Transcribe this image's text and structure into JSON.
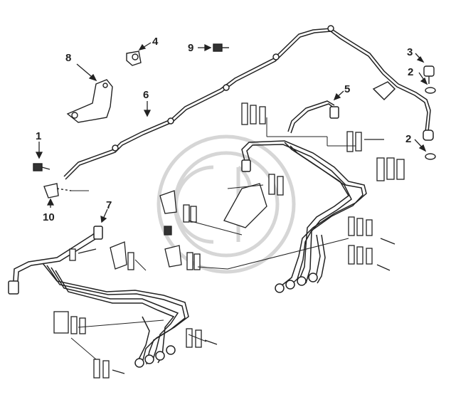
{
  "callouts": {
    "c1": "1",
    "c2a": "2",
    "c2b": "2",
    "c3": "3",
    "c4": "4",
    "c5": "5",
    "c6": "6",
    "c7": "7",
    "c8": "8",
    "c9": "9",
    "c10": "10"
  },
  "icons": {
    "watermark": "circular-gp-watermark-icon"
  }
}
